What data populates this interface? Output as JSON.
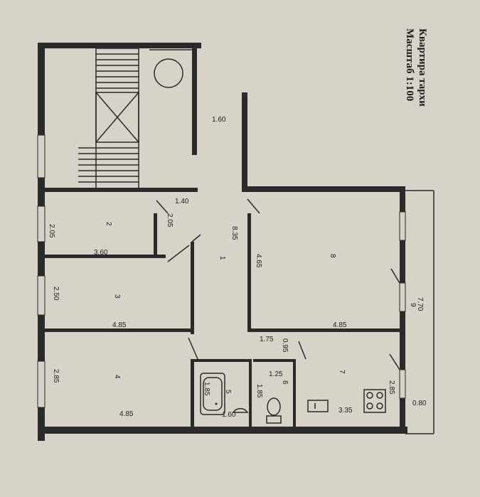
{
  "title": "Квартира тархи",
  "scale": "Масштаб 1:100",
  "rooms": [
    {
      "number": "1"
    },
    {
      "number": "2"
    },
    {
      "number": "3"
    },
    {
      "number": "4"
    },
    {
      "number": "5"
    },
    {
      "number": "6"
    },
    {
      "number": "7"
    },
    {
      "number": "8"
    },
    {
      "number": "9"
    }
  ],
  "dimensions": {
    "corridor_width": "1.60",
    "hall_width": "1.40",
    "room2_height": "2.05",
    "room2_side": "2.05",
    "room2_width": "3.60",
    "room3_height": "2.50",
    "room3_width": "4.85",
    "room4_height": "2.85",
    "room4_width": "4.85",
    "corridor_length": "8.35",
    "room8_height": "4.65",
    "room8_width": "4.85",
    "balcony_length": "7.70",
    "bath_width": "1.85",
    "bath_length": "1.60",
    "wc_width": "1.25",
    "wc_length": "1.85",
    "passage_length": "1.75",
    "passage_width": "0.95",
    "kitchen_height": "2.85",
    "kitchen_width": "3.35",
    "balcony_width": "0.80"
  },
  "colors": {
    "paper": "#d8d3c9",
    "ink": "#2a2a2a"
  }
}
